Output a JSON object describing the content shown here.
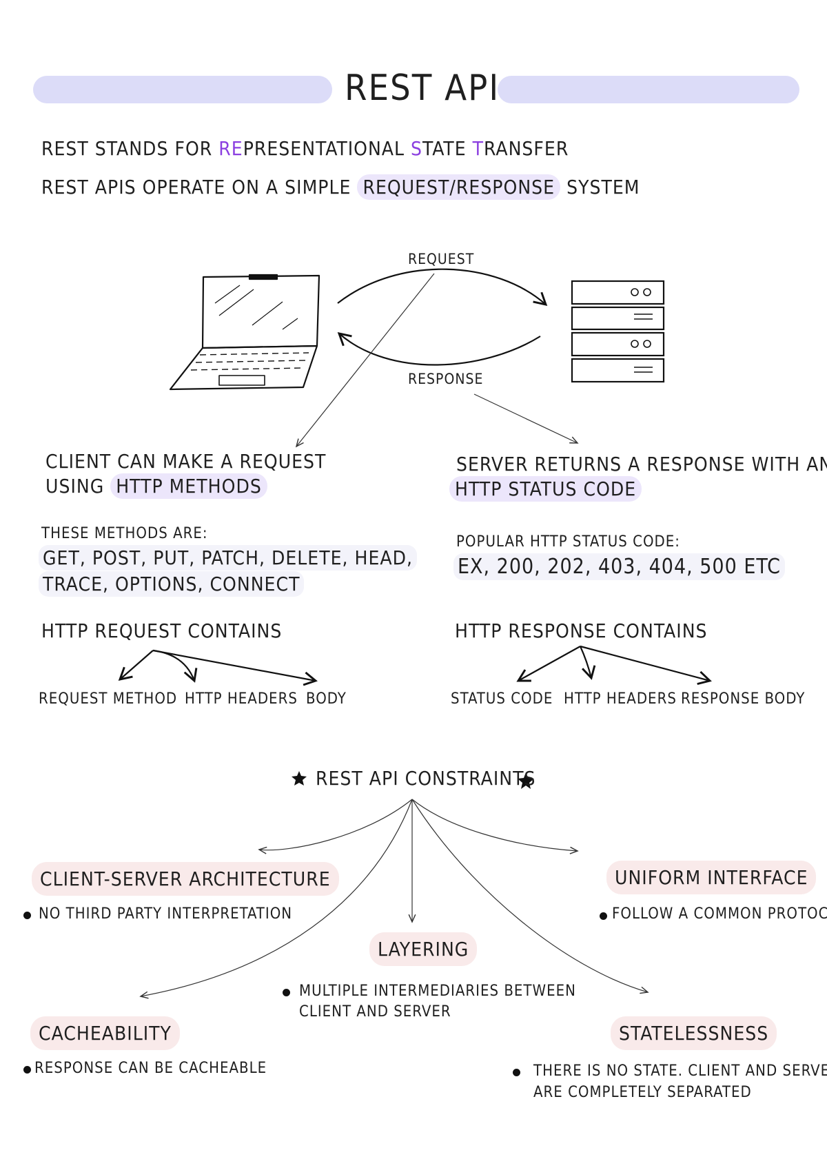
{
  "title": "REST API",
  "intro": {
    "line1_prefix": "REST STANDS FOR ",
    "line1_re": "RE",
    "line1_presentational": "PRESENTATIONAL ",
    "line1_s": "S",
    "line1_tate": "TATE ",
    "line1_t": "T",
    "line1_ransfer": "RANSFER",
    "line2_prefix": "REST APIS OPERATE ON A SIMPLE ",
    "line2_highlight": "REQUEST/RESPONSE",
    "line2_suffix": " SYSTEM"
  },
  "diagram": {
    "request_label": "REQUEST",
    "response_label": "RESPONSE"
  },
  "client": {
    "heading_line1": "CLIENT CAN MAKE A REQUEST",
    "heading_line2_prefix": "USING ",
    "heading_line2_highlight": "HTTP METHODS",
    "methods_intro": "THESE METHODS ARE:",
    "methods_line1": "GET, POST, PUT, PATCH, DELETE, HEAD,",
    "methods_line2": "TRACE, OPTIONS, CONNECT",
    "contains_title": "HTTP REQUEST CONTAINS",
    "contains_items": [
      "REQUEST METHOD",
      "HTTP HEADERS",
      "BODY"
    ]
  },
  "server": {
    "heading_line1": "SERVER RETURNS A RESPONSE WITH AN",
    "heading_line2": "HTTP STATUS CODE",
    "codes_intro": "POPULAR HTTP STATUS CODE:",
    "codes_line": "EX, 200, 202, 403, 404, 500 ETC",
    "contains_title": "HTTP RESPONSE CONTAINS",
    "contains_items": [
      "STATUS CODE",
      "HTTP HEADERS",
      "RESPONSE BODY"
    ]
  },
  "constraints": {
    "title": "REST API CONSTRAINTS",
    "client_server": {
      "name": "CLIENT-SERVER ARCHITECTURE",
      "note": "NO THIRD PARTY INTERPRETATION"
    },
    "uniform": {
      "name": "UNIFORM INTERFACE",
      "note": "FOLLOW A COMMON PROTOCOL"
    },
    "layering": {
      "name": "LAYERING",
      "note_line1": "MULTIPLE INTERMEDIARIES BETWEEN",
      "note_line2": "CLIENT AND SERVER"
    },
    "cacheability": {
      "name": "CACHEABILITY",
      "note": "RESPONSE CAN BE CACHEABLE"
    },
    "statelessness": {
      "name": "STATELESSNESS",
      "note_line1": "THERE IS NO STATE. CLIENT AND SERVER",
      "note_line2": "ARE COMPLETELY SEPARATED"
    }
  },
  "colors": {
    "title_bar": "#dcdcf8",
    "accent": "#8b3fe0",
    "lilac_highlight": "#ece6fb",
    "pink_highlight": "#f9eaea"
  },
  "icons": [
    "laptop-icon",
    "server-rack-icon",
    "star-icon"
  ]
}
